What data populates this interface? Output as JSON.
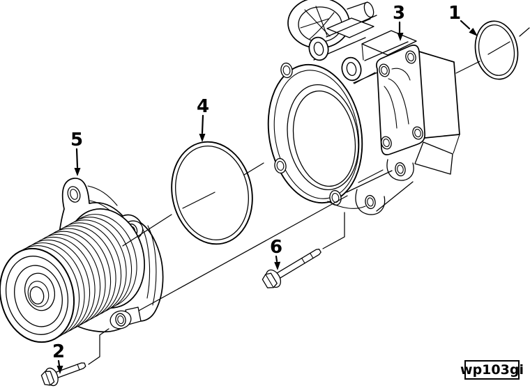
{
  "figure": {
    "code_label": "wp103gi",
    "line_color": "#000000",
    "background_color": "#ffffff",
    "description_visible_text_only": true
  },
  "callouts": [
    {
      "number": "1"
    },
    {
      "number": "2"
    },
    {
      "number": "3"
    },
    {
      "number": "4"
    },
    {
      "number": "5"
    },
    {
      "number": "6"
    }
  ]
}
